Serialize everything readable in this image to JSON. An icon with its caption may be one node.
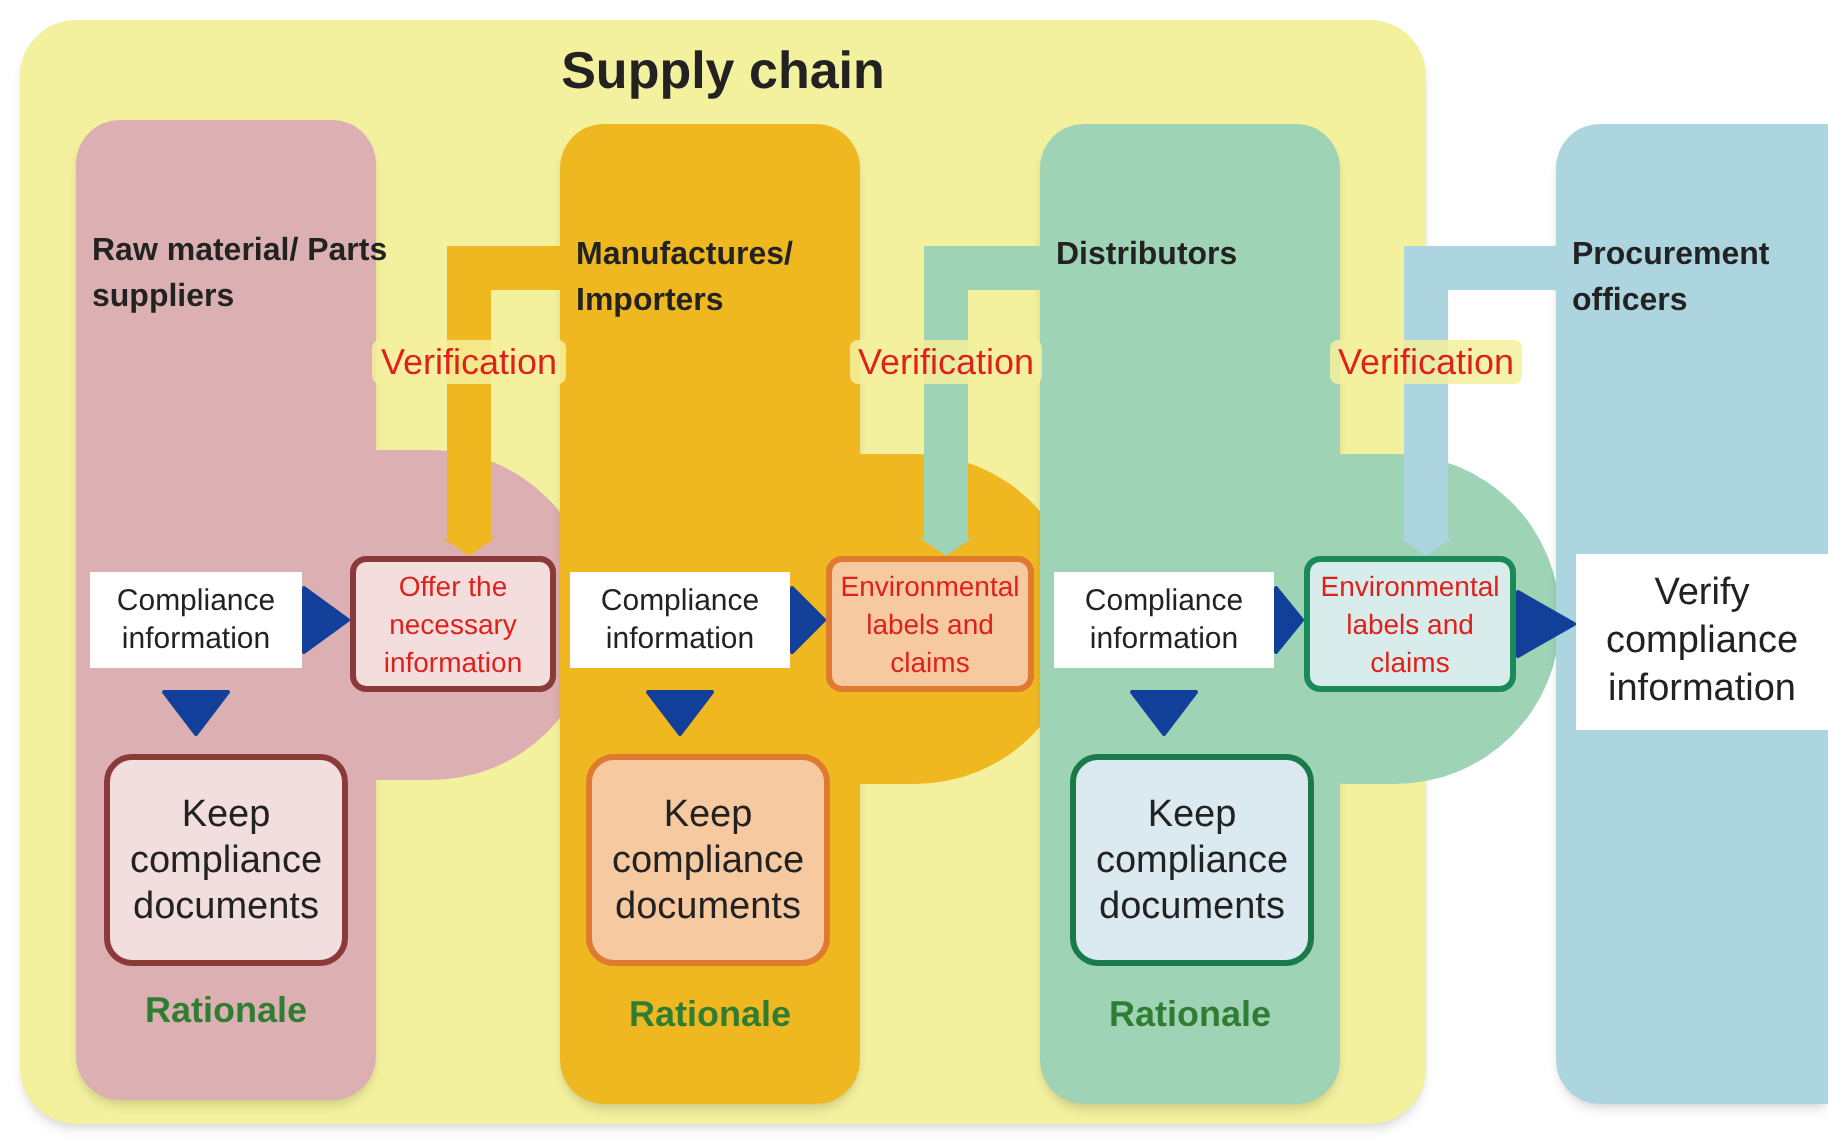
{
  "diagram": {
    "nodes": [
      {
        "text": [
          "Supply chain"
        ]
      },
      {
        "text": [
          "Raw material/ Parts suppliers",
          "Rationale"
        ],
        "in": 0
      },
      {
        "text": [
          "Manufactures/ Importers",
          "Rationale"
        ],
        "in": 0
      },
      {
        "text": [
          "Distributors",
          "Rationale"
        ],
        "in": 0
      },
      {
        "text": [
          "Procurement officers"
        ]
      },
      {
        "text": [
          "Compliance information"
        ],
        "in": 1
      },
      {
        "text": [
          "Offer the necessary information"
        ],
        "in": 0
      },
      {
        "text": [
          "Keep compliance documents"
        ],
        "in": 1
      },
      {
        "text": [
          "Compliance information"
        ],
        "in": 2
      },
      {
        "text": [
          "Environmental labels and claims"
        ],
        "in": 0
      },
      {
        "text": [
          "Keep compliance documents"
        ],
        "in": 2
      },
      {
        "text": [
          "Compliance information"
        ],
        "in": 3
      },
      {
        "text": [
          "Environmental labels and claims"
        ]
      },
      {
        "text": [
          "Keep compliance documents"
        ],
        "in": 3
      },
      {
        "text": [
          "Verify compliance information"
        ],
        "in": 4
      }
    ],
    "edges": [
      {
        "from": 5,
        "to": 6,
        "arrow": "to"
      },
      {
        "from": 5,
        "to": 7,
        "arrow": "to"
      },
      {
        "from": 2,
        "to": 6,
        "arrow": "to",
        "label": "Verification",
        "color": "#f0b820"
      },
      {
        "from": 8,
        "to": 9,
        "arrow": "to"
      },
      {
        "from": 8,
        "to": 10,
        "arrow": "to"
      },
      {
        "from": 3,
        "to": 9,
        "arrow": "to",
        "label": "Verification",
        "color": "#9fd3b5"
      },
      {
        "from": 11,
        "to": 12,
        "arrow": "to"
      },
      {
        "from": 11,
        "to": 13,
        "arrow": "to"
      },
      {
        "from": 12,
        "to": 14,
        "arrow": "to"
      },
      {
        "from": 4,
        "to": 12,
        "arrow": "to",
        "label": "Verification",
        "color": "#add5df"
      }
    ]
  }
}
